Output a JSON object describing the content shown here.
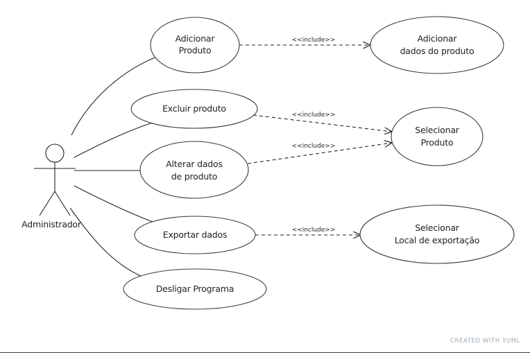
{
  "diagram": {
    "actor": {
      "label": "Administrador"
    },
    "use_cases": [
      {
        "id": "adicionar-produto",
        "lines": [
          "Adicionar",
          "Produto"
        ]
      },
      {
        "id": "excluir-produto",
        "lines": [
          "Excluir produto"
        ]
      },
      {
        "id": "alterar-dados",
        "lines": [
          "Alterar dados",
          "de produto"
        ]
      },
      {
        "id": "exportar-dados",
        "lines": [
          "Exportar dados"
        ]
      },
      {
        "id": "desligar-programa",
        "lines": [
          "Desligar Programa"
        ]
      },
      {
        "id": "adicionar-dados",
        "lines": [
          "Adicionar",
          "dados do produto"
        ]
      },
      {
        "id": "selecionar-produto",
        "lines": [
          "Selecionar",
          "Produto"
        ]
      },
      {
        "id": "selecionar-local",
        "lines": [
          "Selecionar",
          "Local de exportação"
        ]
      }
    ],
    "include_label": "<<include>>",
    "includes": [
      {
        "from": "adicionar-produto",
        "to": "adicionar-dados"
      },
      {
        "from": "excluir-produto",
        "to": "selecionar-produto"
      },
      {
        "from": "alterar-dados",
        "to": "selecionar-produto"
      },
      {
        "from": "exportar-dados",
        "to": "selecionar-local"
      }
    ],
    "credit": "CREATED WITH YUML"
  }
}
